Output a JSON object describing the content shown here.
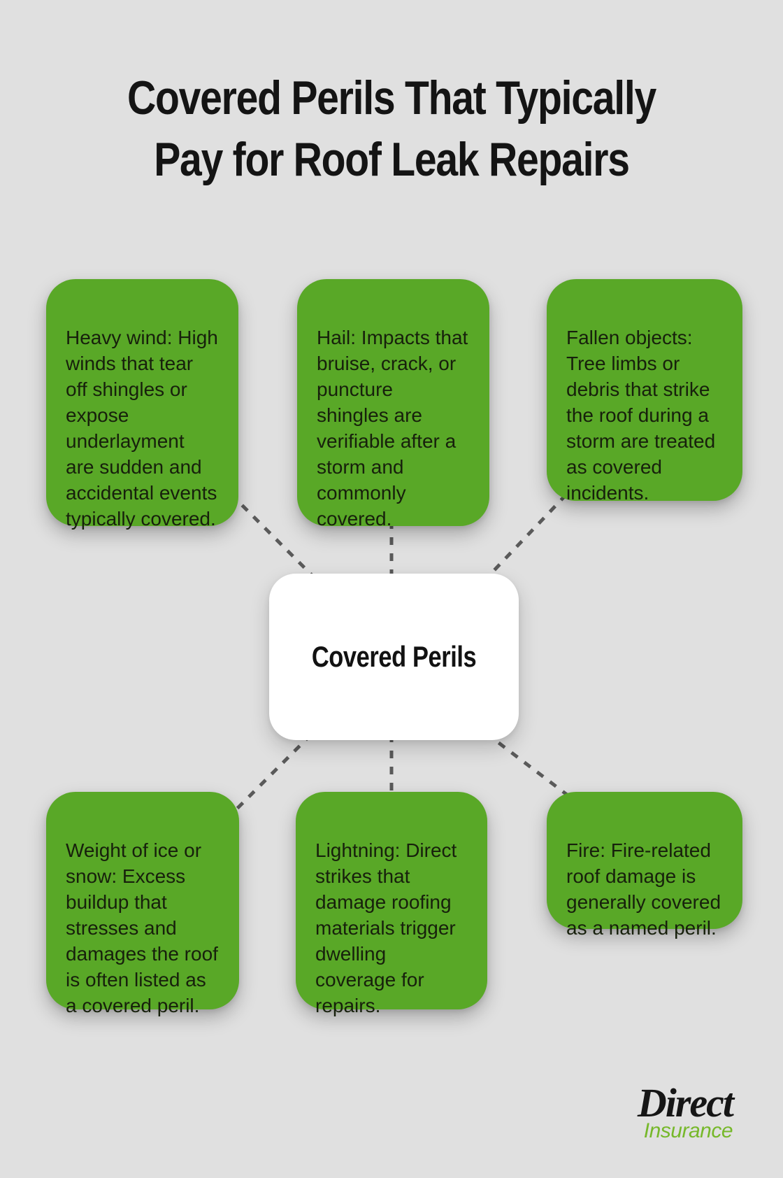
{
  "title": "Covered Perils That Typically\nPay for Roof Leak Repairs",
  "center": {
    "label": "Covered Perils"
  },
  "nodes": [
    {
      "id": "heavy-wind",
      "text": "Heavy wind: High\nwinds that tear\noff shingles or\nexpose\nunderlayment\nare sudden and\naccidental events\ntypically covered."
    },
    {
      "id": "hail",
      "text": "Hail: Impacts that\nbruise, crack, or\npuncture\nshingles are\nverifiable after a\nstorm and\ncommonly\ncovered."
    },
    {
      "id": "fallen-objects",
      "text": "Fallen objects:\nTree limbs or\ndebris that strike\nthe roof during a\nstorm are treated\nas covered\nincidents."
    },
    {
      "id": "weight-of-ice-or-snow",
      "text": "Weight of ice or\nsnow: Excess\nbuildup that\nstresses and\ndamages the roof\nis often listed as\na covered peril."
    },
    {
      "id": "lightning",
      "text": "Lightning: Direct\nstrikes that\ndamage roofing\nmaterials trigger\ndwelling\ncoverage for\nrepairs."
    },
    {
      "id": "fire",
      "text": "Fire: Fire-related\nroof damage is\ngenerally covered\nas a named peril."
    }
  ],
  "logo": {
    "primary": "Direct",
    "secondary": "Insurance"
  },
  "colors": {
    "node_green": "#59a827",
    "background": "#e0e0e0",
    "connector_gray": "#5a5a5a",
    "center_box_white": "#ffffff",
    "logo_green": "#76b82a",
    "title_black": "#141414"
  }
}
